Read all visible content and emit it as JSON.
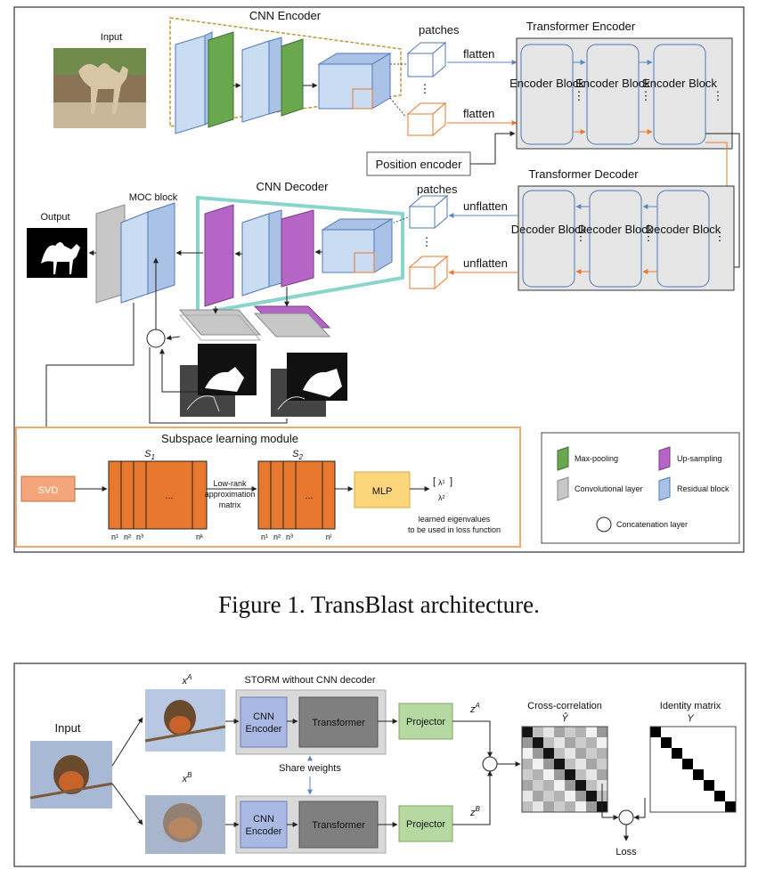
{
  "figure1": {
    "input_label": "Input",
    "cnn_encoder": "CNN Encoder",
    "patches_top": "patches",
    "flatten_1": "flatten",
    "flatten_2": "flatten",
    "transformer_encoder": "Transformer Encoder",
    "encoder_block": "Encoder Block",
    "position_encoder": "Position encoder",
    "transformer_decoder": "Transformer Decoder",
    "decoder_block": "Decoder Block",
    "output_label": "Output",
    "moc_block": "MOC block",
    "cnn_decoder": "CNN Decoder",
    "patches_bottom": "patches",
    "unflatten_1": "unflatten",
    "unflatten_2": "unflatten",
    "subspace_title": "Subspace learning module",
    "svd": "SVD",
    "s1": "S",
    "s1_sub": "1",
    "s2": "S",
    "s2_sub": "2",
    "dots": "...",
    "low_rank": "Low-rank approximation matrix",
    "low_rank_l1": "Low-rank",
    "low_rank_l2": "approximation",
    "low_rank_l3": "matrix",
    "mlp": "MLP",
    "lambda1": "λ¹",
    "lambda2": "λ²",
    "eig_l1": "learned eigenvalues",
    "eig_l2": "to be used in loss function",
    "n_labels_1": [
      "n¹",
      "n²",
      "n³",
      "nᵏ"
    ],
    "n_labels_2": [
      "n¹",
      "n²",
      "n³",
      "nˡ"
    ],
    "legend": {
      "maxpool": "Max-pooling",
      "upsample": "Up-sampling",
      "conv": "Convolutional layer",
      "residual": "Residual block",
      "concat": "Concatenation layer"
    },
    "colors": {
      "green": "#6aa84f",
      "purple": "#b565c5",
      "blue": "#c9dcf2",
      "orange": "#e8782e",
      "mlp": "#fcd67a",
      "svd": "#f4a57c",
      "teal": "#3bb7a8",
      "gold": "#b89a3a"
    }
  },
  "caption": "Figure 1. TransBlast architecture.",
  "figure2": {
    "input_label": "Input",
    "xa": "x",
    "xa_sup": "A",
    "xb": "x",
    "xb_sup": "B",
    "storm_title": "STORM without CNN decoder",
    "cnn_encoder_l1": "CNN",
    "cnn_encoder_l2": "Encoder",
    "transformer": "Transformer",
    "share_weights": "Share weights",
    "projector": "Projector",
    "za": "z",
    "za_sup": "A",
    "zb": "z",
    "zb_sup": "B",
    "cross_corr": "Cross-correlation",
    "y_hat": "Ŷ",
    "identity": "Identity matrix",
    "y": "Y",
    "loss": "Loss",
    "colors": {
      "cnn": "#a9b9e3",
      "transformer": "#7f7f7f",
      "projector": "#b5d9a0",
      "storm_bg": "#d9d9d9"
    }
  }
}
